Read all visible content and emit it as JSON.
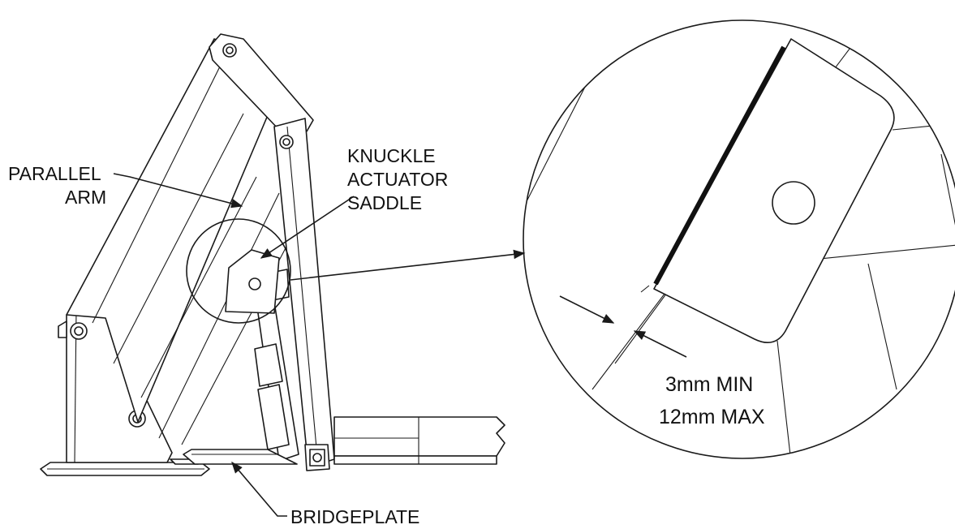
{
  "labels": {
    "parallel_arm": [
      "PARALLEL",
      "ARM"
    ],
    "knuckle": [
      "KNUCKLE",
      "ACTUATOR",
      "SADDLE"
    ],
    "bridgeplate": "BRIDGEPLATE"
  },
  "dimension": {
    "min": "3mm MIN",
    "max": "12mm MAX"
  },
  "colors": {
    "line": "#1a1a1a",
    "background": "#ffffff"
  }
}
